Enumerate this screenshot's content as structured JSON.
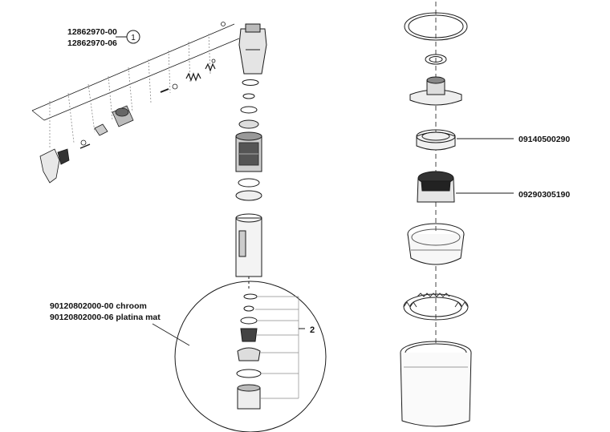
{
  "labels": {
    "part_top_a": "12862970-00",
    "part_top_b": "12862970-06",
    "callout_1": "1",
    "part_ring": "09140500290",
    "part_cartridge": "09290305190",
    "part_lower_a": "90120802000-00 chroom",
    "part_lower_b": "90120802000-06 platina mat",
    "callout_2": "2"
  },
  "colors": {
    "line": "#1a1a1a",
    "gray": "#8a8a8a",
    "text": "#111111"
  }
}
